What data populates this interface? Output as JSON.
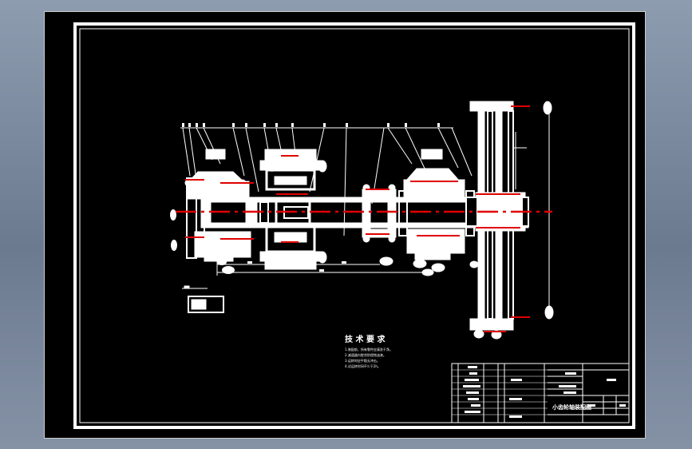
{
  "tech_requirements": {
    "title": "技 术 要 求",
    "items": [
      "1.装配前，所有零件应清洗干净。",
      "2.减速器内腔涂防侵蚀油漆。",
      "3.运转时应平稳无冲击。",
      "4.试运转时间不少于2h。"
    ]
  },
  "title_block": {
    "drawing_name": "小齿轮轴装配图"
  },
  "colors": {
    "background": "#000000",
    "lines": "#ffffff",
    "centerline": "#e00000"
  }
}
